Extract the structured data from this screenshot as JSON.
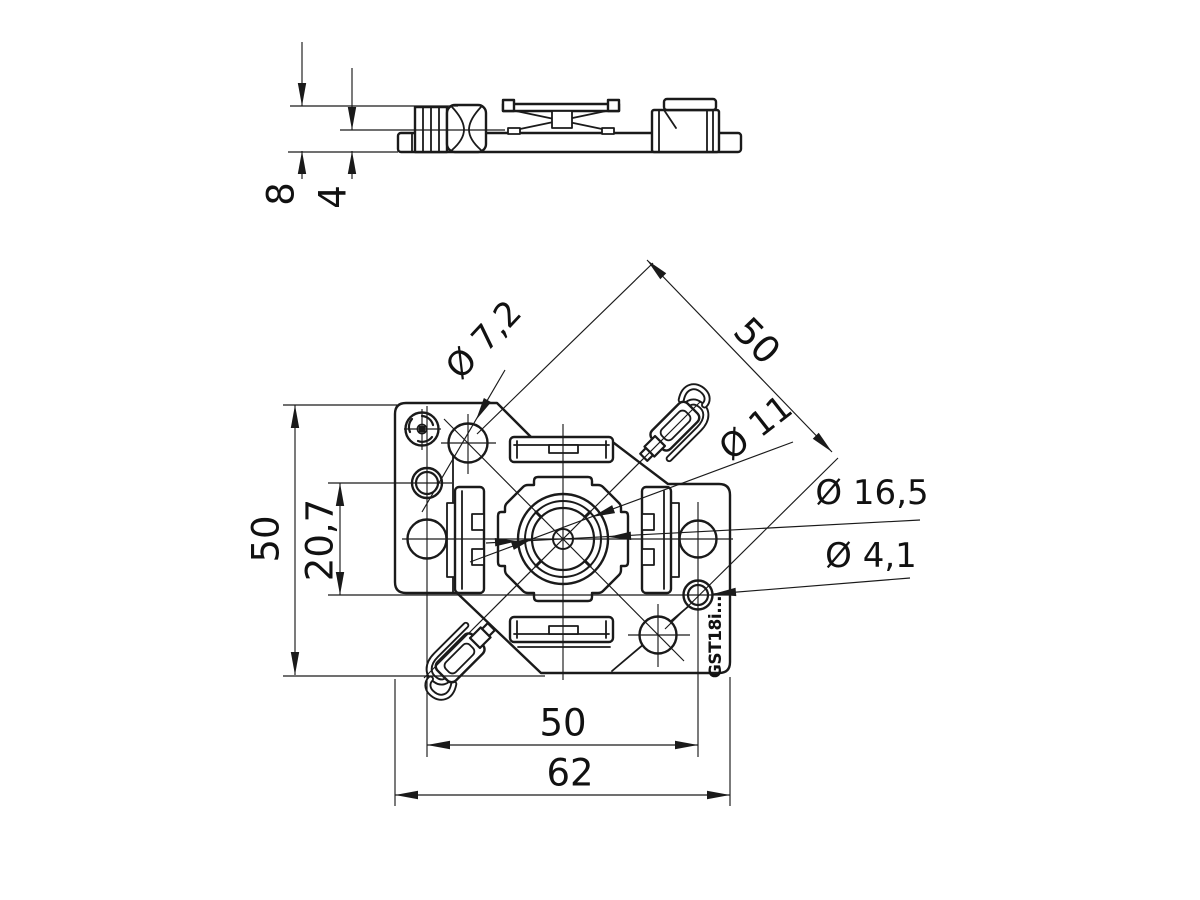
{
  "colors": {
    "background": "#ffffff",
    "line": "#1a1a1a",
    "text": "#111111"
  },
  "part_label": "GST18i...",
  "dimensions": {
    "side_total_height": "8",
    "side_plate_thickness": "4",
    "front_height": "50",
    "hole_row_offset": "20,7",
    "diagonal_hole_spacing": "50",
    "bottom_hole_spacing": "50",
    "overall_width": "62",
    "corner_hole_diameter": "Ø 7,2",
    "center_inner_diameter": "Ø 11",
    "center_outer_diameter": "Ø 16,5",
    "small_hole_diameter": "Ø 4,1"
  }
}
